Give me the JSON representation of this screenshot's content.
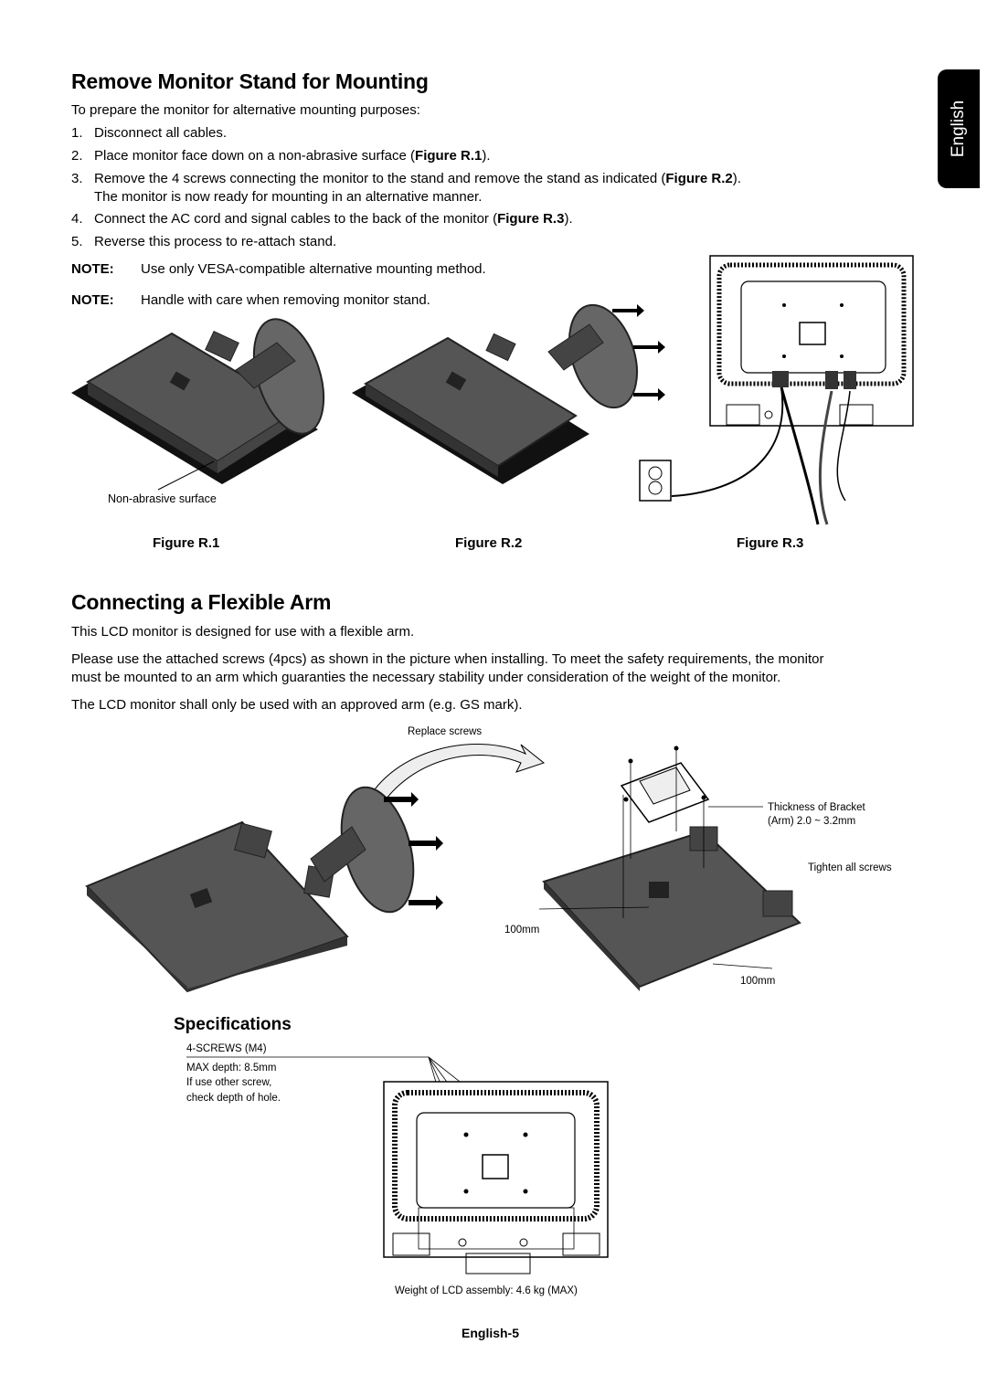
{
  "side_tab": "English",
  "section1": {
    "title": "Remove Monitor Stand for Mounting",
    "intro": "To prepare the monitor for alternative mounting purposes:",
    "steps": [
      {
        "num": "1.",
        "text": "Disconnect all cables."
      },
      {
        "num": "2.",
        "pre": "Place monitor face down on a non-abrasive surface (",
        "ref": "Figure R.1",
        "post": ")."
      },
      {
        "num": "3.",
        "pre": "Remove the 4 screws connecting the monitor to the stand and remove the stand as indicated (",
        "ref": "Figure R.2",
        "post": ").",
        "line2": "The monitor is now ready for mounting in an alternative manner."
      },
      {
        "num": "4.",
        "pre": "Connect the AC cord and signal cables to the back of the monitor (",
        "ref": "Figure R.3",
        "post": ")."
      },
      {
        "num": "5.",
        "text": "Reverse this process to re-attach stand."
      }
    ],
    "notes": [
      {
        "label": "NOTE:",
        "text": "Use only VESA-compatible alternative mounting method."
      },
      {
        "label": "NOTE:",
        "text": "Handle with care when removing monitor stand."
      }
    ],
    "surface_label": "Non-abrasive surface",
    "figure_captions": [
      "Figure R.1",
      "Figure R.2",
      "Figure R.3"
    ]
  },
  "section2": {
    "title": "Connecting a Flexible Arm",
    "para1": "This LCD monitor is designed for use with a flexible arm.",
    "para2_line1": "Please use the attached screws (4pcs) as shown in the picture when installing. To meet the safety requirements, the monitor",
    "para2_line2": "must be mounted to an arm which guaranties the necessary stability under consideration of the weight of the monitor.",
    "para3": "The LCD monitor shall only be used with an approved arm (e.g. GS mark).",
    "labels": {
      "replace_screws": "Replace screws",
      "thickness_line1": "Thickness of Bracket",
      "thickness_line2": "(Arm) 2.0 ~ 3.2mm",
      "tighten": "Tighten all screws",
      "dim1": "100mm",
      "dim2": "100mm"
    }
  },
  "specs": {
    "title": "Specifications",
    "screws": "4-SCREWS (M4)",
    "depth_line1": "MAX depth: 8.5mm",
    "depth_line2": "If use other screw,",
    "depth_line3": "check depth of hole.",
    "weight": "Weight of LCD assembly: 4.6 kg (MAX)"
  },
  "footer": "English-5"
}
